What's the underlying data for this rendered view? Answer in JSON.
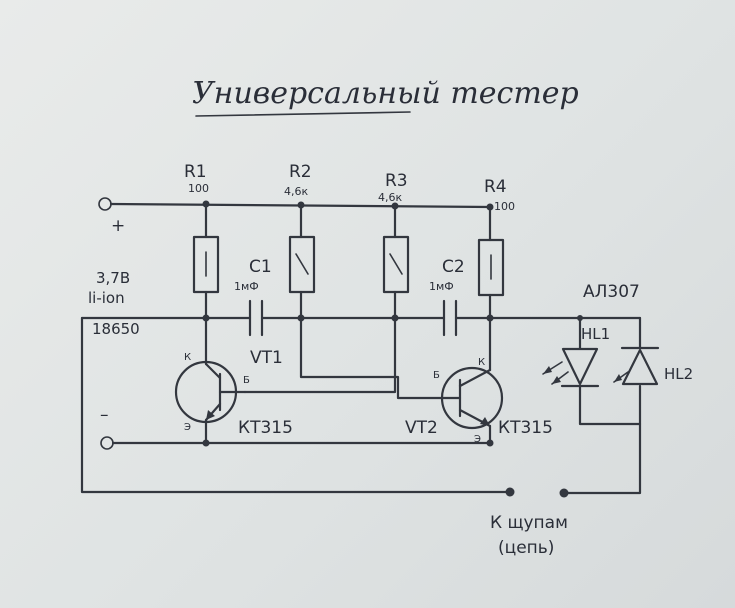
{
  "title": "Универсальный тестер",
  "power": {
    "plus": "+",
    "minus": "–",
    "voltage": "3,7В",
    "type": "li-ion",
    "size": "18650"
  },
  "resistors": [
    {
      "ref": "R1",
      "value": "100"
    },
    {
      "ref": "R2",
      "value": "4,6к"
    },
    {
      "ref": "R3",
      "value": "4,6к"
    },
    {
      "ref": "R4",
      "value": "100"
    }
  ],
  "capacitors": [
    {
      "ref": "C1",
      "value": "1мФ"
    },
    {
      "ref": "C2",
      "value": "1мФ"
    }
  ],
  "transistors": [
    {
      "ref": "VT1",
      "type": "КТ315",
      "pin_c": "К",
      "pin_b": "Б",
      "pin_e": "Э"
    },
    {
      "ref": "VT2",
      "type": "КТ315",
      "pin_c": "К",
      "pin_b": "Б",
      "pin_e": "Э"
    }
  ],
  "leds": {
    "type": "АЛ307",
    "hl1": "HL1",
    "hl2": "HL2"
  },
  "probes": {
    "line1": "К щупам",
    "line2": "(цепь)"
  }
}
